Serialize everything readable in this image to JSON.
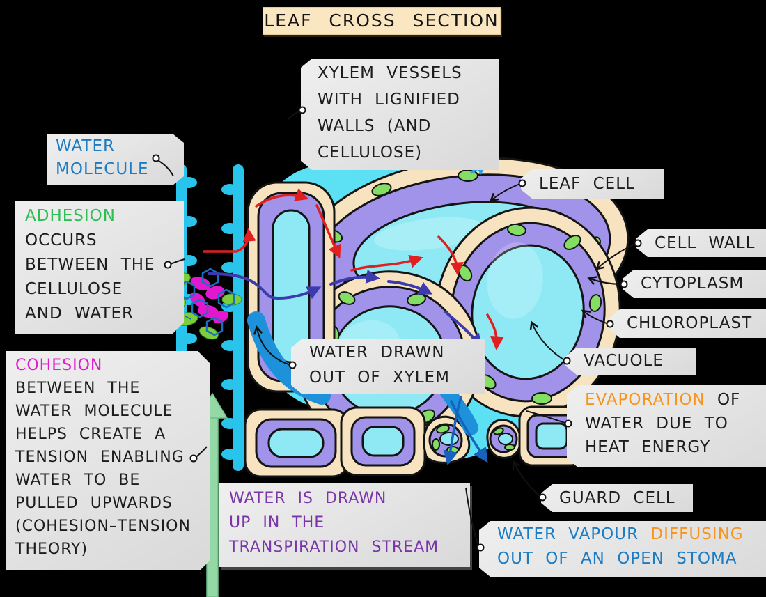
{
  "title": "LEAF CROSS SECTION",
  "boxes": {
    "xylem": {
      "l1": "XYLEM VESSELS",
      "l2": "WITH LIGNIFIED",
      "l3": "WALLS (AND",
      "l4": "CELLULOSE)"
    },
    "water_molecule": {
      "l1": "WATER",
      "l2": "MOLECULE"
    },
    "adhesion": {
      "head": "ADHESION",
      "l1": "OCCURS",
      "l2": "BETWEEN THE",
      "l3": "CELLULOSE",
      "l4": "AND WATER"
    },
    "cohesion": {
      "head": "COHESION",
      "l1": "BETWEEN THE",
      "l2": "WATER MOLECULE",
      "l3": "HELPS CREATE A",
      "l4": "TENSION ENABLING",
      "l5": "WATER TO BE",
      "l6": "PULLED UPWARDS",
      "l7": "(COHESION–TENSION",
      "l8": "THEORY)"
    },
    "leaf_cell": "LEAF CELL",
    "cell_wall": "CELL WALL",
    "cytoplasm": "CYTOPLASM",
    "chloroplast": "CHLOROPLAST",
    "vacuole": "VACUOLE",
    "water_drawn": {
      "l1": "WATER DRAWN",
      "l2": "OUT OF XYLEM"
    },
    "evaporation": {
      "head": "EVAPORATION",
      "head_rest": " OF",
      "l2": "WATER DUE TO",
      "l3": "HEAT ENERGY"
    },
    "guard_cell": "GUARD CELL",
    "water_vapour": {
      "s1": "WATER VAPOUR ",
      "s2": "DIFFUSING",
      "l2": "OUT OF AN OPEN STOMA"
    },
    "transpiration": {
      "l1": "WATER IS DRAWN",
      "l2": "UP IN THE",
      "l3": "TRANSPIRATION STREAM"
    }
  },
  "colors": {
    "background": "#000000",
    "tag_gray": "#E3E3E3",
    "title_cream": "#FBE6C2",
    "text_blue": "#1B7CC4",
    "text_green": "#2EBE54",
    "text_magenta": "#E318CE",
    "text_orange": "#F7941E",
    "text_purple": "#7A35A8",
    "xylem_cyan": "#29C4EB",
    "cell_wall_cream": "#F8E3C1",
    "cytoplasm_purple": "#A193E9",
    "vacuole_cyan": "#8FE9F5",
    "air_space_cyan": "#5CE0F3",
    "chloroplast_green": "#84DE64",
    "red_arrow": "#E01F1F",
    "indigo_arrow": "#3B3BAD",
    "flow_blue": "#1D92DB",
    "green_arrow": "#93D8A5"
  }
}
